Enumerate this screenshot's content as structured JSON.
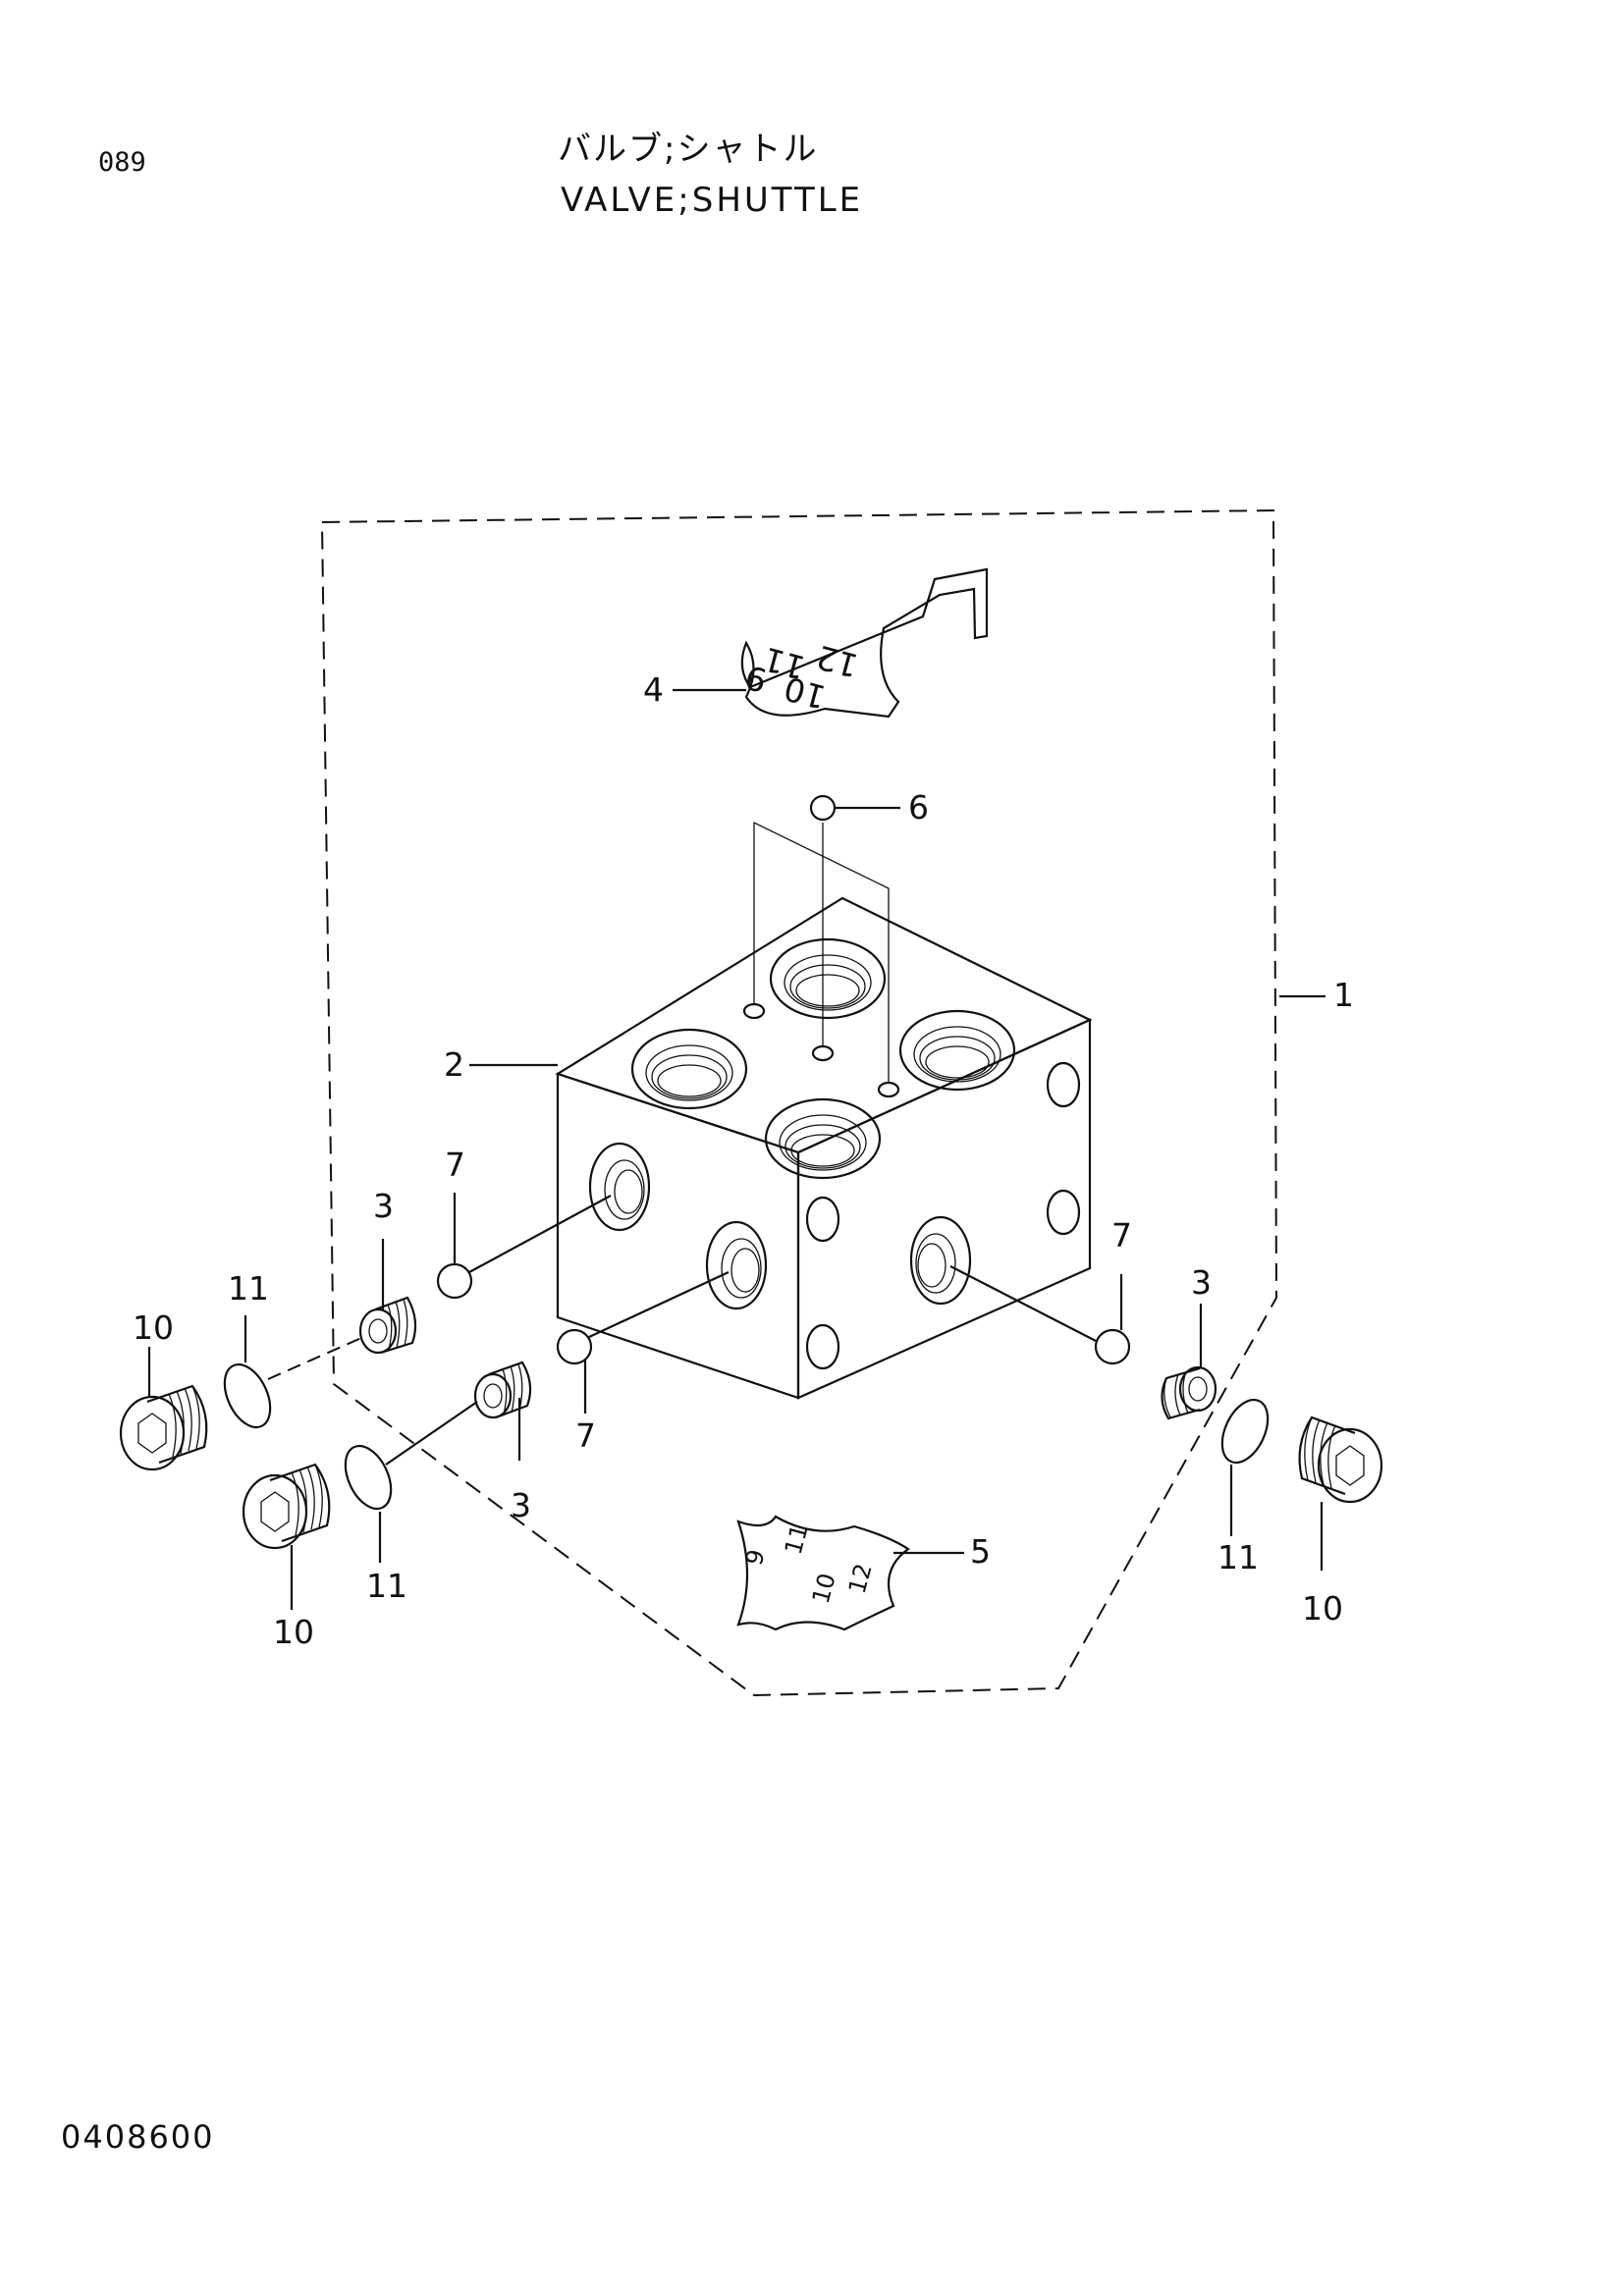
{
  "page_number": "089",
  "title_japanese": "バルブ;シャトル",
  "title_english": "VALVE;SHUTTLE",
  "document_code": "0408600",
  "callouts": {
    "c1": "1",
    "c2": "2",
    "c3a": "3",
    "c3b": "3",
    "c3c": "3",
    "c4": "4",
    "c5": "5",
    "c6": "6",
    "c7a": "7",
    "c7b": "7",
    "c7c": "7",
    "c10a": "10",
    "c10b": "10",
    "c10c": "10",
    "c11a": "11",
    "c11b": "11",
    "c11c": "11"
  },
  "tag_top_marks": [
    "9",
    "11",
    "12",
    "10"
  ],
  "tag_bottom_marks": [
    "9",
    "11",
    "10",
    "12"
  ]
}
